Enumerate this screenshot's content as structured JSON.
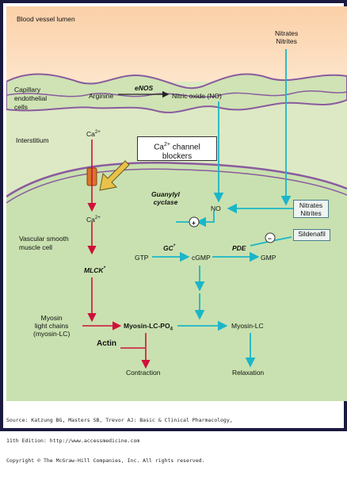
{
  "regions": {
    "lumen": "Blood vessel lumen",
    "endothelial": [
      "Capillary",
      "endothelial",
      "cells"
    ],
    "interstitium": "Interstitium",
    "smooth_muscle": [
      "Vascular smooth",
      "muscle cell"
    ]
  },
  "nodes": {
    "nitrates_top": [
      "Nitrates",
      "Nitrites"
    ],
    "arginine": "Arginine",
    "enos": "eNOS",
    "no_synth": "Nitric oxide (NO)",
    "ca_top": "Ca",
    "ca_top_sup": "2+",
    "callout": [
      "Ca",
      "2+",
      " channel",
      "blockers"
    ],
    "ca_bottom": "Ca",
    "ca_bottom_sup": "2+",
    "guanylyl": [
      "Guanylyl",
      "cyclase"
    ],
    "no_cell": "NO",
    "plus": "+",
    "gc": "GC",
    "gc_sup": "*",
    "gtp": "GTP",
    "cgmp": "cGMP",
    "pde": "PDE",
    "gmp": "GMP",
    "nitrates_box": [
      "Nitrates",
      "Nitrites"
    ],
    "sildenafil": "Sildenafil",
    "minus": "−",
    "mlck": "MLCK",
    "mlck_sup": "*",
    "myosin_lc": [
      "Myosin",
      "light chains",
      "(myosin-LC)"
    ],
    "myosin_lc_po4": "Myosin-LC-PO",
    "po4_sub": "4",
    "myosin_lc_right": "Myosin-LC",
    "actin": "Actin",
    "contraction": "Contraction",
    "relaxation": "Relaxation"
  },
  "source": [
    "Source: Katzung BG, Masters SB, Trevor AJ: Basic & Clinical Pharmacology,",
    "11th Edition: http://www.accessmedicine.com",
    "Copyright © The McGraw-Hill Companies, Inc. All rights reserved."
  ],
  "colors": {
    "lumen": "#fcd9b8",
    "endothelium": "#cfe3b4",
    "interstitium": "#dde9c4",
    "muscle": "#c9e1b0",
    "membrane": "#8a5b9e",
    "red_arrow": "#d0103a",
    "teal_arrow": "#1ab6c8",
    "channel": "#d9762a",
    "callout_arrow": "#e8c24a"
  }
}
